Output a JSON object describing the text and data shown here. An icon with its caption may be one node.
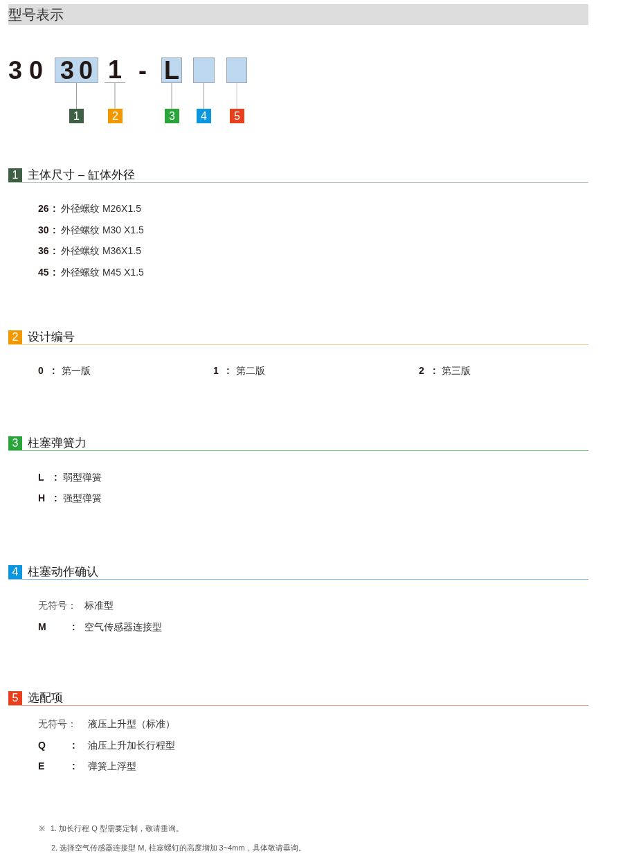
{
  "diagram": {
    "title": "型号表示",
    "nodes": [
      {
        "text": [
          "30"
        ]
      },
      {
        "text": [
          "1"
        ]
      },
      {
        "text": [
          "L"
        ]
      },
      {
        "text": [],
        "shape": "box"
      },
      {
        "text": [],
        "shape": "box"
      },
      {
        "text": [
          "1"
        ]
      },
      {
        "text": [
          "2"
        ]
      },
      {
        "text": [
          "3"
        ]
      },
      {
        "text": [
          "4"
        ]
      },
      {
        "text": [
          "5"
        ]
      },
      {
        "text": [
          "1",
          "主体尺寸 – 缸体外径"
        ]
      },
      {
        "text": [
          "2",
          "设计编号"
        ]
      },
      {
        "text": [
          "3",
          "柱塞弹簧力"
        ]
      },
      {
        "text": [
          "4",
          "柱塞动作确认"
        ]
      },
      {
        "text": [
          "5",
          "选配项"
        ]
      }
    ],
    "edges": [
      {
        "from": 0,
        "to": 5,
        "arrow": "none"
      },
      {
        "from": 1,
        "to": 6,
        "arrow": "none"
      },
      {
        "from": 2,
        "to": 7,
        "arrow": "none"
      },
      {
        "from": 3,
        "to": 8,
        "arrow": "none"
      },
      {
        "from": 4,
        "to": 9,
        "arrow": "none",
        "color": "#cccccc"
      }
    ],
    "labels": [
      "30",
      "-",
      "26",
      ":",
      "外径螺纹 M26X1.5",
      "30",
      ":",
      "外径螺纹 M30 X1.5",
      "36",
      ":",
      "外径螺纹 M36X1.5",
      "45",
      ":",
      "外径螺纹 M45 X1.5",
      "0",
      ":",
      "第一版",
      "1",
      ":",
      "第二版",
      "2",
      ":",
      "第三版",
      "L",
      ":",
      "弱型弹簧",
      "H",
      ":",
      "强型弹簧",
      "无符号：",
      "标准型",
      "M",
      ":",
      "空气传感器连接型",
      "无符号：",
      "液压上升型（标准）",
      "Q",
      ":",
      "油压上升加长行程型",
      "E",
      ":",
      "弹簧上浮型",
      "※",
      "1. 加长行程 Q 型需要定制，敬请垂询。",
      "2. 选择空气传感器连接型 M, 柱塞螺钉的高度增加 3~4mm，具体敬请垂询。"
    ]
  }
}
